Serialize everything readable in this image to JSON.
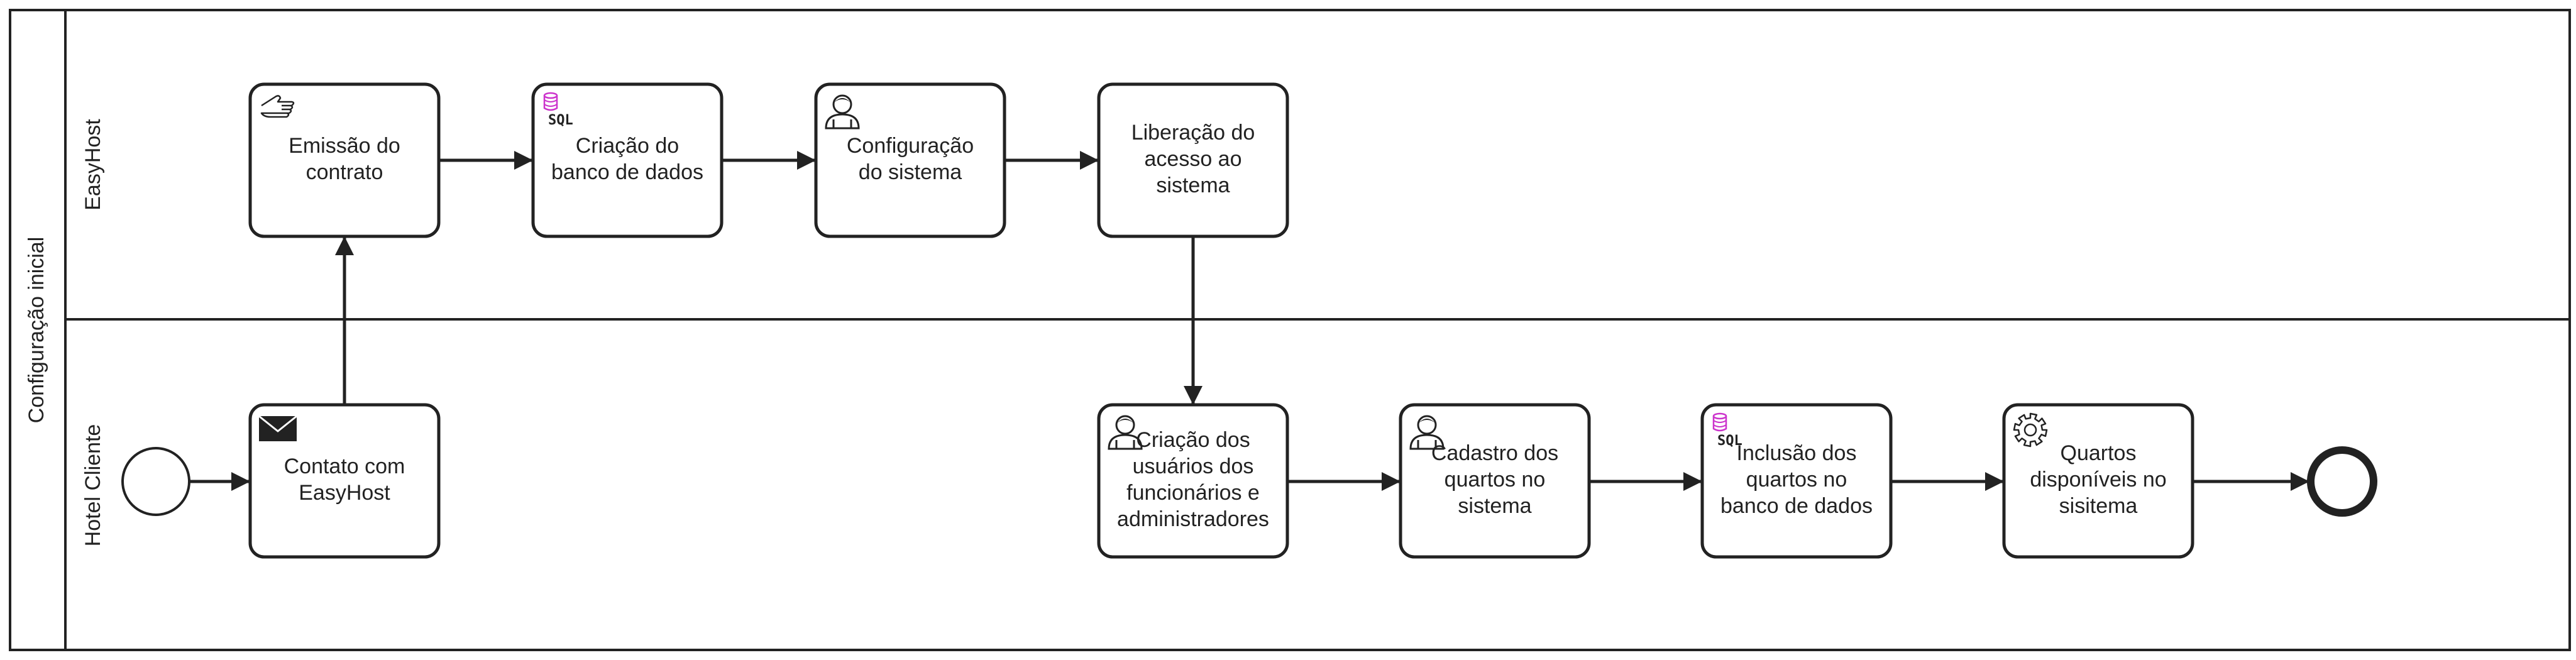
{
  "pool": {
    "label": "Configuração inicial"
  },
  "lanes": [
    {
      "id": "easyhost",
      "label": "EasyHost"
    },
    {
      "id": "cliente",
      "label": "Hotel Cliente"
    }
  ],
  "tasks": [
    {
      "id": "emissao",
      "lines": [
        "Emissão do",
        "contrato"
      ],
      "icon": "manual-hand-icon"
    },
    {
      "id": "criacao-banco",
      "lines": [
        "Criação do",
        "banco de dados"
      ],
      "icon": "sql-database-icon"
    },
    {
      "id": "configuracao",
      "lines": [
        "Configuração",
        "do sistema"
      ],
      "icon": "user-icon"
    },
    {
      "id": "liberacao",
      "lines": [
        "Liberação do",
        "acesso ao",
        "sistema"
      ],
      "icon": ""
    },
    {
      "id": "contato",
      "lines": [
        "Contato com",
        "EasyHost"
      ],
      "icon": "envelope-icon"
    },
    {
      "id": "criacao-usuarios",
      "lines": [
        "Criação dos",
        "usuários dos",
        "funcionários e",
        "administradores"
      ],
      "icon": "user-icon"
    },
    {
      "id": "cadastro",
      "lines": [
        "Cadastro dos",
        "quartos no",
        "sistema"
      ],
      "icon": "user-icon"
    },
    {
      "id": "inclusao",
      "lines": [
        "Inclusão dos",
        "quartos no",
        "banco de dados"
      ],
      "icon": "sql-database-icon"
    },
    {
      "id": "quartos",
      "lines": [
        "Quartos",
        "disponíveis no",
        "sisitema"
      ],
      "icon": "gear-icon"
    }
  ],
  "icons": {
    "sql_label": "SQL"
  },
  "colors": {
    "stroke": "#222222",
    "sql_accent": "#cc33cc",
    "background": "#ffffff"
  }
}
